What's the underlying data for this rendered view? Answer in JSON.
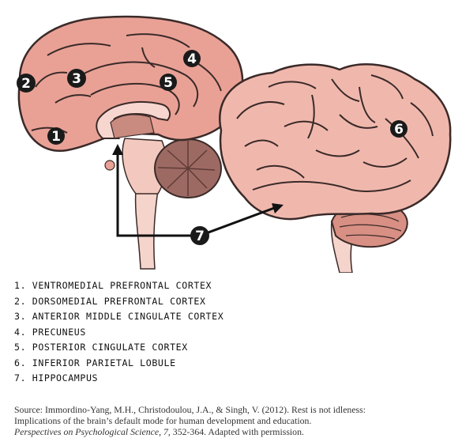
{
  "markers": [
    "1",
    "2",
    "3",
    "4",
    "5",
    "6",
    "7"
  ],
  "legend": [
    "1. VENTROMEDIAL PREFRONTAL CORTEX",
    "2. DORSOMEDIAL PREFRONTAL CORTEX",
    "3. ANTERIOR MIDDLE CINGULATE CORTEX",
    "4. PRECUNEUS",
    "5. POSTERIOR CINGULATE CORTEX",
    "6. INFERIOR PARIETAL LOBULE",
    "7. HIPPOCAMPUS"
  ],
  "source": {
    "line1": "Source: Immordino-Yang, M.H., Christodoulou, J.A., & Singh, V. (2012). Rest is not idleness:",
    "line2": "Implications of the brain’s default mode for human development and education.",
    "journal": "Perspectives on Psychological Science, 7,",
    "citation_tail": " 352-364. Adapted with permission."
  },
  "colors": {
    "brain_fill": "#e9a196",
    "brain_light": "#f2c4bb",
    "cerebellum": "#9d6a63",
    "outline": "#3a2a28",
    "marker": "#1a1a1a",
    "arrow": "#111111"
  }
}
